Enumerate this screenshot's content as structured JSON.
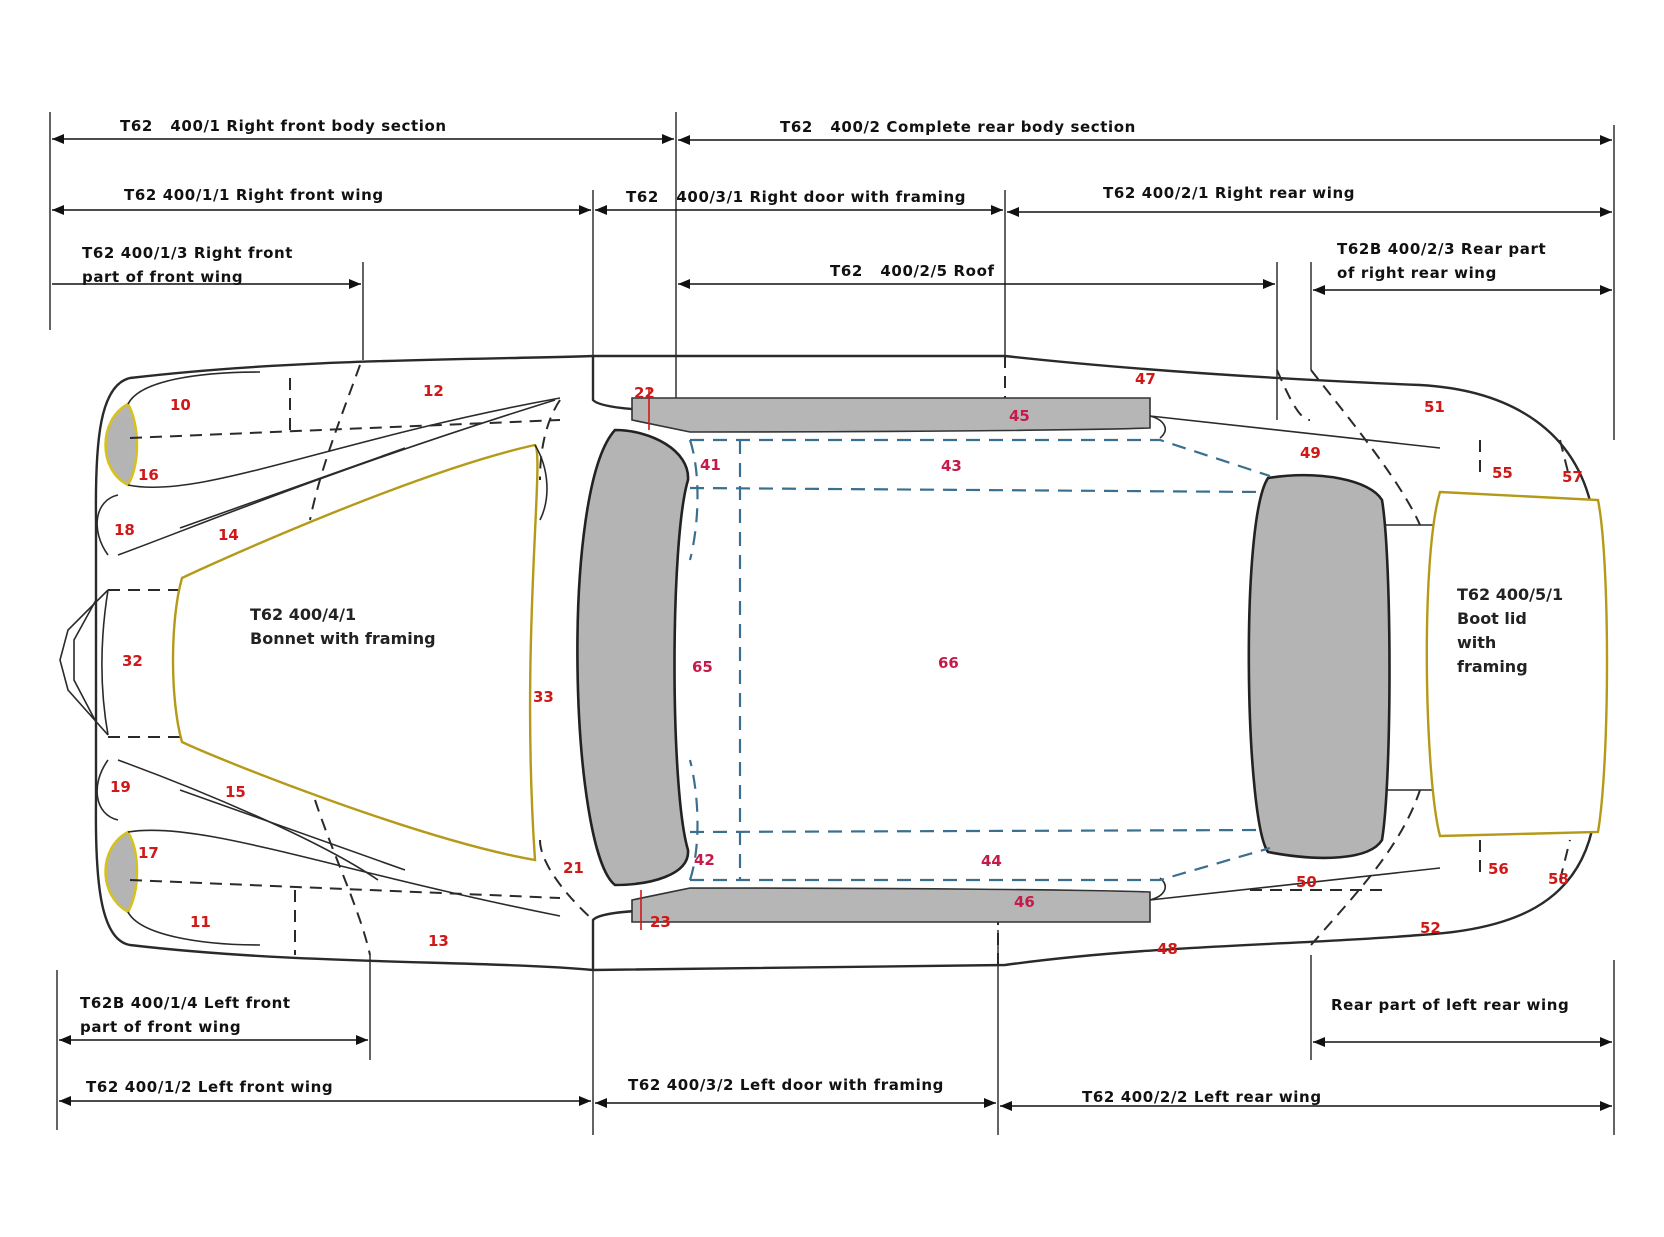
{
  "dimensions": {
    "right_front_body_section": "T62   400/1 Right front body section",
    "complete_rear_body_section": "T62   400/2 Complete rear body section",
    "right_front_wing": "T62 400/1/1 Right front wing",
    "right_door": "T62   400/3/1 Right door with framing",
    "right_rear_wing": "T62 400/2/1 Right rear wing",
    "right_front_part_line1": "T62 400/1/3 Right front",
    "right_front_part_line2": "part of front wing",
    "roof": "T62   400/2/5 Roof",
    "rear_part_right_line1": "T62B 400/2/3 Rear part",
    "rear_part_right_line2": "of right rear wing",
    "left_front_part_line1": "T62B 400/1/4 Left front",
    "left_front_part_line2": "part of front wing",
    "rear_part_left": "Rear part of left rear wing",
    "left_front_wing": "T62 400/1/2 Left front wing",
    "left_door": "T62 400/3/2 Left door with framing",
    "left_rear_wing": "T62 400/2/2 Left rear wing"
  },
  "panels": {
    "bonnet_line1": "T62 400/4/1",
    "bonnet_line2": "Bonnet with framing",
    "boot_line1": "T62 400/5/1",
    "boot_line2": "Boot lid",
    "boot_line3": "with",
    "boot_line4": "framing"
  },
  "part_numbers": {
    "n10": "10",
    "n11": "11",
    "n12": "12",
    "n13": "13",
    "n14": "14",
    "n15": "15",
    "n16": "16",
    "n17": "17",
    "n18": "18",
    "n19": "19",
    "n21": "21",
    "n22": "22",
    "n23": "23",
    "n32": "32",
    "n33": "33",
    "n41": "41",
    "n42": "42",
    "n43": "43",
    "n44": "44",
    "n45": "45",
    "n46": "46",
    "n47": "47",
    "n48": "48",
    "n49": "49",
    "n50": "50",
    "n51": "51",
    "n52": "52",
    "n55": "55",
    "n56": "56",
    "n57": "57",
    "n58": "58",
    "n65": "65",
    "n66": "66"
  },
  "colors": {
    "number_red": "#d01818",
    "glass_grey": "#b4b4b4",
    "roof_dash_blue": "#3a6f8f",
    "panel_outline_yellow": "#b59a1a"
  }
}
